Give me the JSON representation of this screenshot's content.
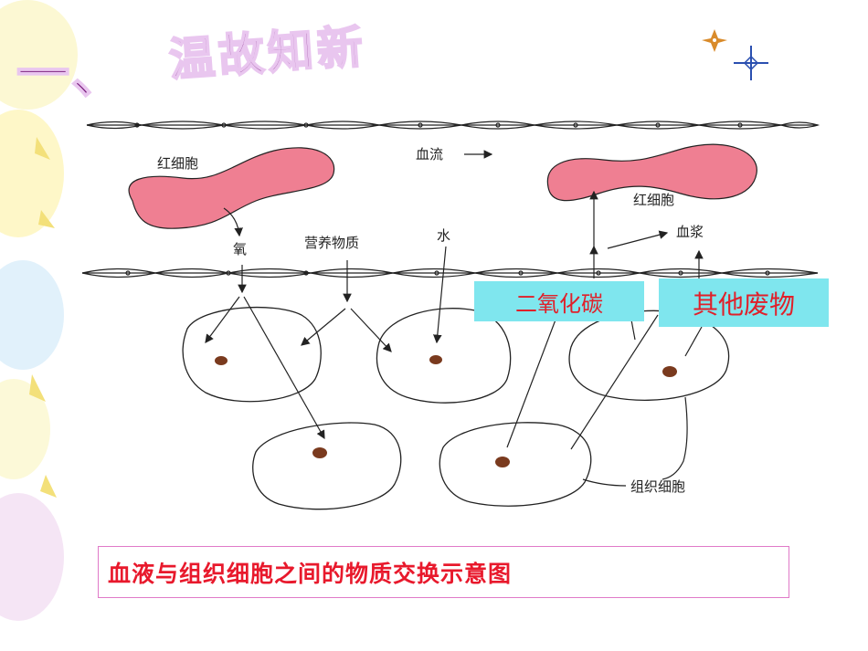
{
  "title": {
    "number": "一、",
    "text": "温故知新"
  },
  "labels": {
    "rbc_left": "红细胞",
    "blood_flow": "血流",
    "rbc_right": "红细胞",
    "plasma": "血浆",
    "oxygen": "氧",
    "nutrients": "营养物质",
    "water": "水",
    "tissue_cells": "组织细胞"
  },
  "highlights": {
    "co2": "二氧化碳",
    "waste": "其他废物"
  },
  "caption": "血液与组织细胞之间的物质交换示意图",
  "colors": {
    "rbc": "#ef7f92",
    "highlight_bg": "#7fe6ee",
    "highlight_text": "#e0202a",
    "caption": "#e8192c",
    "title": "#7a1f7d"
  }
}
